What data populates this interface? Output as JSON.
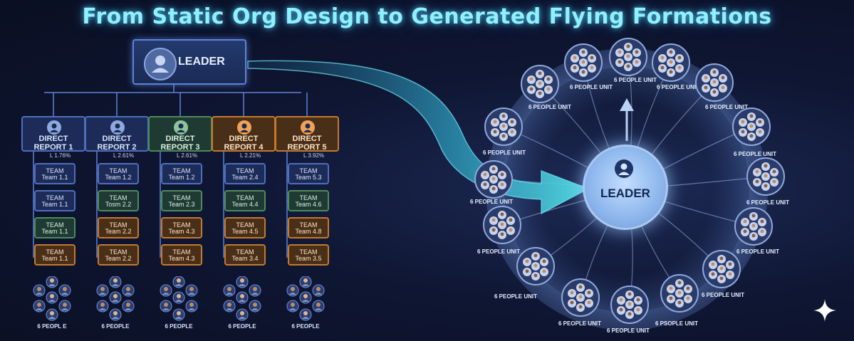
{
  "title": "From Static Org Design to Generated Flying Formations",
  "org_chart": {
    "leader": "LEADER",
    "direct_reports": [
      {
        "line1": "DIRECT",
        "line2": "REPORT 1",
        "pct": "L 1.76%",
        "color": "blue",
        "teams": [
          {
            "l1": "TEAM",
            "l2": "Team 1.1",
            "c": "blue"
          },
          {
            "l1": "TEAM",
            "l2": "Team 1.1",
            "c": "blue"
          },
          {
            "l1": "TEAM",
            "l2": "Team 1.1",
            "c": "green"
          },
          {
            "l1": "TEAM",
            "l2": "Team 1.1",
            "c": "orange"
          }
        ],
        "footer": "6 PEOPL E"
      },
      {
        "line1": "DIRECT",
        "line2": "REPORT 2",
        "pct": "L 2.61%",
        "color": "blue",
        "teams": [
          {
            "l1": "TEAM",
            "l2": "Team 1.2",
            "c": "blue"
          },
          {
            "l1": "TEAM",
            "l2": "Tosm 2.2",
            "c": "green"
          },
          {
            "l1": "TEAM",
            "l2": "Team 2.2",
            "c": "orange"
          },
          {
            "l1": "TEAM",
            "l2": "Team 2.2",
            "c": "orange"
          }
        ],
        "footer": "6 PEOPLE"
      },
      {
        "line1": "DIRECT",
        "line2": "REPORT 3",
        "pct": "L 2.61%",
        "color": "green",
        "teams": [
          {
            "l1": "TEAM",
            "l2": "Team 1.2",
            "c": "blue"
          },
          {
            "l1": "TEAM",
            "l2": "Team 2.3",
            "c": "green"
          },
          {
            "l1": "TEAM",
            "l2": "Team 4.3",
            "c": "orange"
          },
          {
            "l1": "TEAM",
            "l2": "Team 4.3",
            "c": "orange"
          }
        ],
        "footer": "6 PEOPLE"
      },
      {
        "line1": "DIRECT",
        "line2": "REPORT 4",
        "pct": "L 2.21%",
        "color": "orange",
        "teams": [
          {
            "l1": "TEAM",
            "l2": "Team 2.4",
            "c": "blue"
          },
          {
            "l1": "TEAM",
            "l2": "Team 4.4",
            "c": "green"
          },
          {
            "l1": "TEAM",
            "l2": "Team 4.5",
            "c": "orange"
          },
          {
            "l1": "TEAM",
            "l2": "Team 3.4",
            "c": "orange"
          }
        ],
        "footer": "6 PEOPLE"
      },
      {
        "line1": "DIRECT",
        "line2": "REPORT 5",
        "pct": "L 3.92%",
        "color": "orange",
        "teams": [
          {
            "l1": "TEAM",
            "l2": "Team 5.3",
            "c": "blue"
          },
          {
            "l1": "TEAM",
            "l2": "Team 4.6",
            "c": "green"
          },
          {
            "l1": "TEAM",
            "l2": "Team 4.8",
            "c": "orange"
          },
          {
            "l1": "TEAM",
            "l2": "Team 3.5",
            "c": "orange"
          }
        ],
        "footer": "6 PEOPLE"
      }
    ]
  },
  "formation": {
    "leader": "LEADER",
    "units": [
      {
        "label": "6 PEOPLE UNIT"
      },
      {
        "label": "6 PEOPLE UNIT"
      },
      {
        "label": "6 PEOPLE UNIT"
      },
      {
        "label": "6 PEOPLE UNIT"
      },
      {
        "label": "6 PEOPLE UNIT"
      },
      {
        "label": "6 PEOPLE UNIT"
      },
      {
        "label": "6 PEOPLE UNIT"
      },
      {
        "label": "6 PEOPLE UNIT"
      },
      {
        "label": "6 PEOPLE UNIT"
      },
      {
        "label": "6 PEOPLE UNIT"
      },
      {
        "label": "6 PSOPLE UNIT"
      },
      {
        "label": "6 PEOPLE UNIT"
      },
      {
        "label": "6 PEOPLE UNIT"
      },
      {
        "label": "6 PEOPLE UNIT"
      },
      {
        "label": "6 PEOPLE UNIT"
      },
      {
        "label": "6 PEOPLE UNIT"
      },
      {
        "label": "6 PEOPLE UNIT"
      },
      {
        "label": "6 PEOPLE UNIT"
      }
    ]
  },
  "colors": {
    "blue": "#4f6ec0",
    "green": "#4f8a5c",
    "orange": "#c27a2e",
    "accent": "#8ff0ff"
  }
}
